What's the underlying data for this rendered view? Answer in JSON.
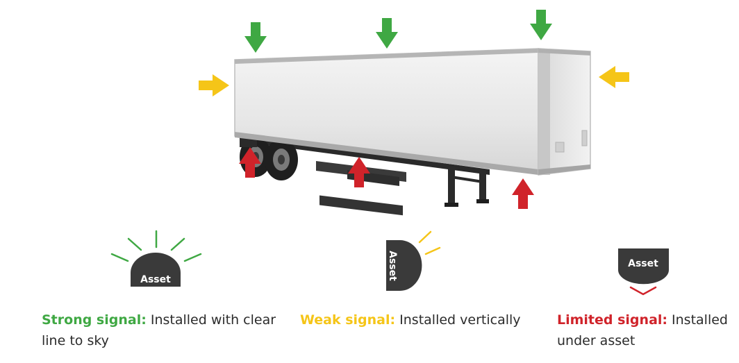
{
  "asset_label": "Asset",
  "colors": {
    "strong": "#3fa843",
    "weak": "#f5c518",
    "limited": "#d0232a",
    "asset": "#3a3a3a"
  },
  "legend": [
    {
      "key": "strong",
      "lead": "Strong signal:",
      "text": " Installed with clear line to sky"
    },
    {
      "key": "weak",
      "lead": "Weak signal:",
      "text": " Installed vertically"
    },
    {
      "key": "limited",
      "lead": "Limited signal:",
      "text": " Installed under asset"
    }
  ],
  "arrows": {
    "top": "strong",
    "side": "weak",
    "bottom": "limited"
  },
  "icons": {
    "arrow_down": "arrow-down-icon",
    "arrow_right": "arrow-right-icon",
    "arrow_left": "arrow-left-icon",
    "arrow_up": "arrow-up-icon",
    "trailer": "trailer-image"
  }
}
